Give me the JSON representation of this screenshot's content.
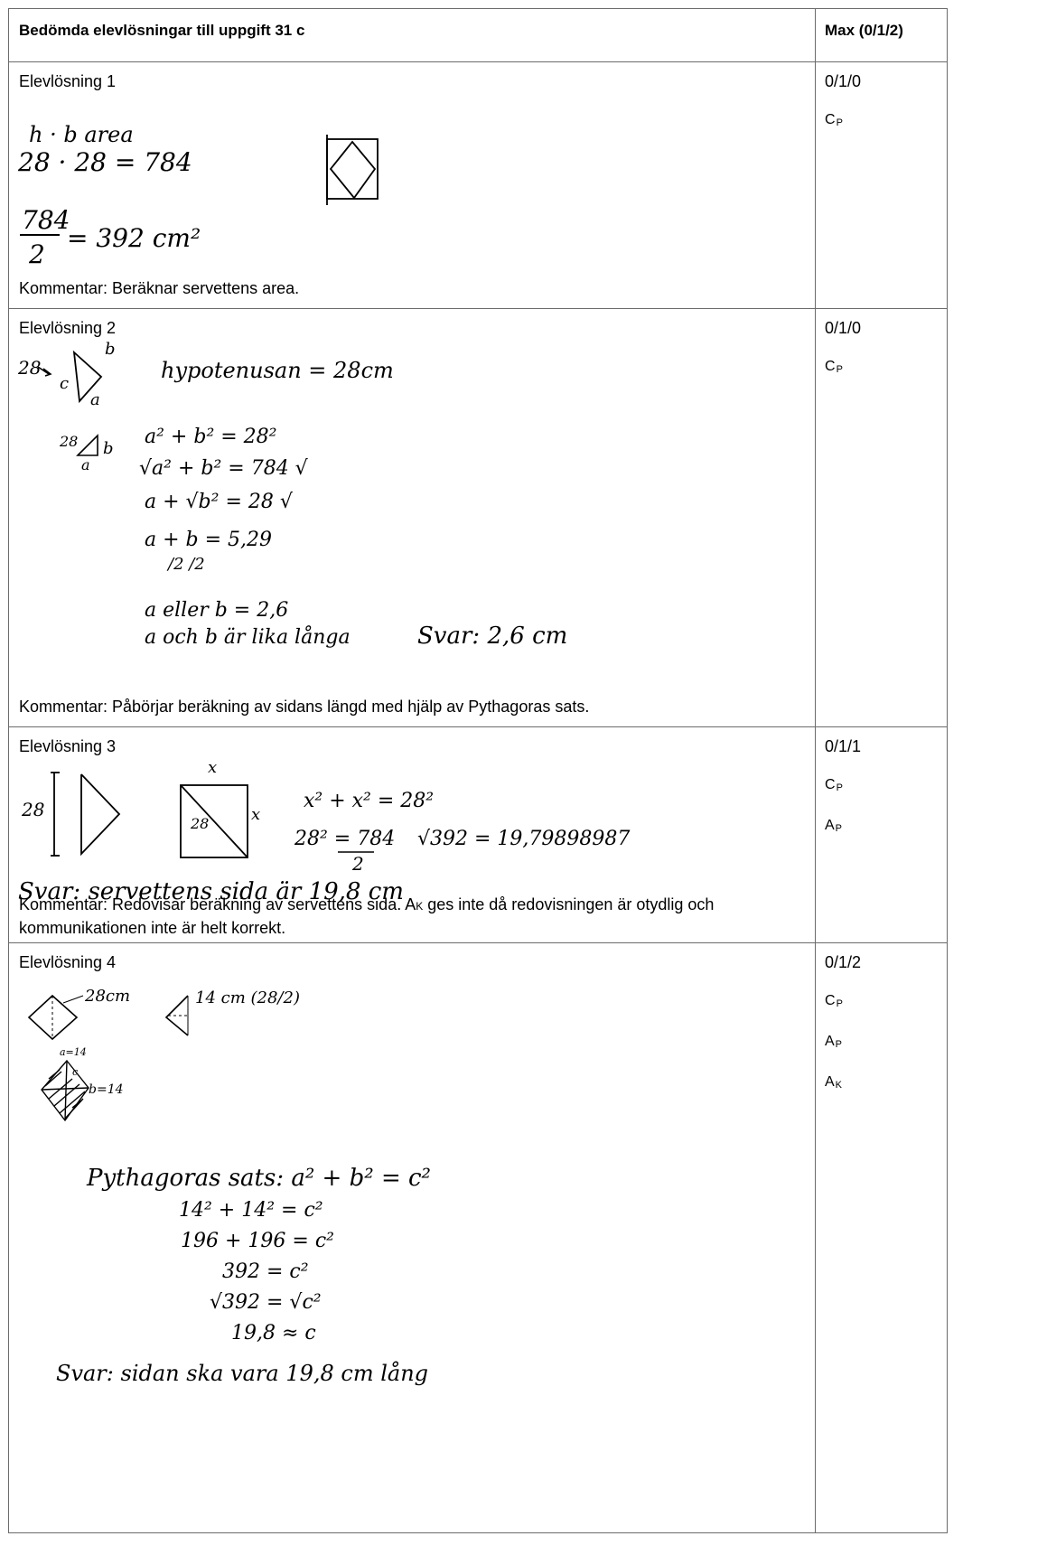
{
  "header": {
    "title": "Bedömda elevlösningar till uppgift 31 c",
    "max_label": "Max (0/1/2)"
  },
  "solutions": [
    {
      "title": "Elevlösning 1",
      "points": "0/1/0",
      "criteria": [
        {
          "main": "C",
          "sub": "P"
        }
      ],
      "handwriting": [
        "h · b   area",
        "28 · 28 = 784",
        "784",
        "2",
        "= 392 cm²"
      ],
      "comment": "Kommentar: Beräknar servettens area."
    },
    {
      "title": "Elevlösning 2",
      "points": "0/1/0",
      "criteria": [
        {
          "main": "C",
          "sub": "P"
        }
      ],
      "handwriting": [
        "28",
        "b",
        "c",
        "a",
        "hypotenusan = 28cm",
        "28",
        "b",
        "a",
        "a² + b² = 28²",
        "√a² + b² = 784 √",
        "a + √b² = 28 √",
        "a + b  =  5,29",
        "/2        /2",
        "a  eller b = 2,6",
        "a  och b är lika långa",
        "Svar: 2,6 cm"
      ],
      "comment": "Kommentar: Påbörjar beräkning av sidans längd med hjälp av Pythagoras sats."
    },
    {
      "title": "Elevlösning 3",
      "points": "0/1/1",
      "criteria": [
        {
          "main": "C",
          "sub": "P"
        },
        {
          "main": "A",
          "sub": "P"
        }
      ],
      "handwriting": [
        "28",
        "x",
        "28",
        "x",
        "x² + x² = 28²",
        "28² = 784",
        "2",
        "√392 = 19,79898987",
        "Svar: servettens sida är 19,8 cm"
      ],
      "comment_parts": [
        "Kommentar: Redovisar beräkning av servettens sida. A",
        "K",
        " ges inte då redovisningen är otydlig och kommunikationen inte är helt korrekt."
      ]
    },
    {
      "title": "Elevlösning 4",
      "points": "0/1/2",
      "criteria": [
        {
          "main": "C",
          "sub": "P"
        },
        {
          "main": "A",
          "sub": "P"
        },
        {
          "main": "A",
          "sub": "K"
        }
      ],
      "handwriting": [
        "28cm",
        "14 cm (28/2)",
        "a=14",
        "c",
        "b=14",
        "Pythagoras sats: a² + b² = c²",
        "14² + 14² = c²",
        "196 + 196 = c²",
        "392 = c²",
        "√392 = √c²",
        "19,8 ≈ c",
        "Svar: sidan ska vara 19,8 cm lång"
      ]
    }
  ]
}
